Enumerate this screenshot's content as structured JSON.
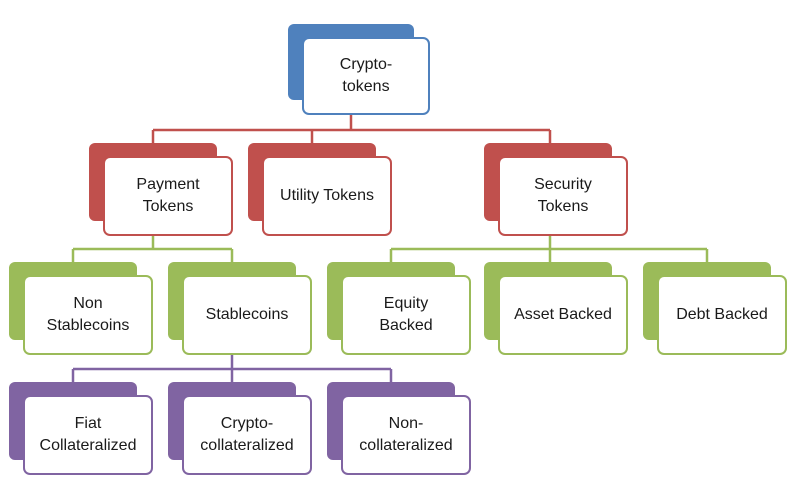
{
  "colors": {
    "level1": {
      "fill": "#4f81bd",
      "border": "#4f81bd",
      "line": "#4f81bd"
    },
    "level2": {
      "fill": "#c0504d",
      "border": "#c0504d",
      "line": "#c0504d"
    },
    "level3": {
      "fill": "#9bbb59",
      "border": "#9bbb59",
      "line": "#9bbb59"
    },
    "level4": {
      "fill": "#8064a2",
      "border": "#8064a2",
      "line": "#8064a2"
    }
  },
  "nodes": [
    {
      "id": "root",
      "level": "level1",
      "label": "Crypto-\ntokens",
      "parent": null
    },
    {
      "id": "payment",
      "level": "level2",
      "label": "Payment\nTokens",
      "parent": "root"
    },
    {
      "id": "utility",
      "level": "level2",
      "label": "Utility Tokens",
      "parent": "root"
    },
    {
      "id": "security",
      "level": "level2",
      "label": "Security\nTokens",
      "parent": "root"
    },
    {
      "id": "non-stablecoins",
      "level": "level3",
      "label": "Non\nStablecoins",
      "parent": "payment"
    },
    {
      "id": "stablecoins",
      "level": "level3",
      "label": "Stablecoins",
      "parent": "payment"
    },
    {
      "id": "equity",
      "level": "level3",
      "label": "Equity\nBacked",
      "parent": "security"
    },
    {
      "id": "asset",
      "level": "level3",
      "label": "Asset Backed",
      "parent": "security"
    },
    {
      "id": "debt",
      "level": "level3",
      "label": "Debt Backed",
      "parent": "security"
    },
    {
      "id": "fiat",
      "level": "level4",
      "label": "Fiat\nCollateralized",
      "parent": "stablecoins"
    },
    {
      "id": "crypto-coll",
      "level": "level4",
      "label": "Crypto-\ncollateralized",
      "parent": "stablecoins"
    },
    {
      "id": "non-coll",
      "level": "level4",
      "label": "Non-\ncollateralized",
      "parent": "stablecoins"
    }
  ]
}
